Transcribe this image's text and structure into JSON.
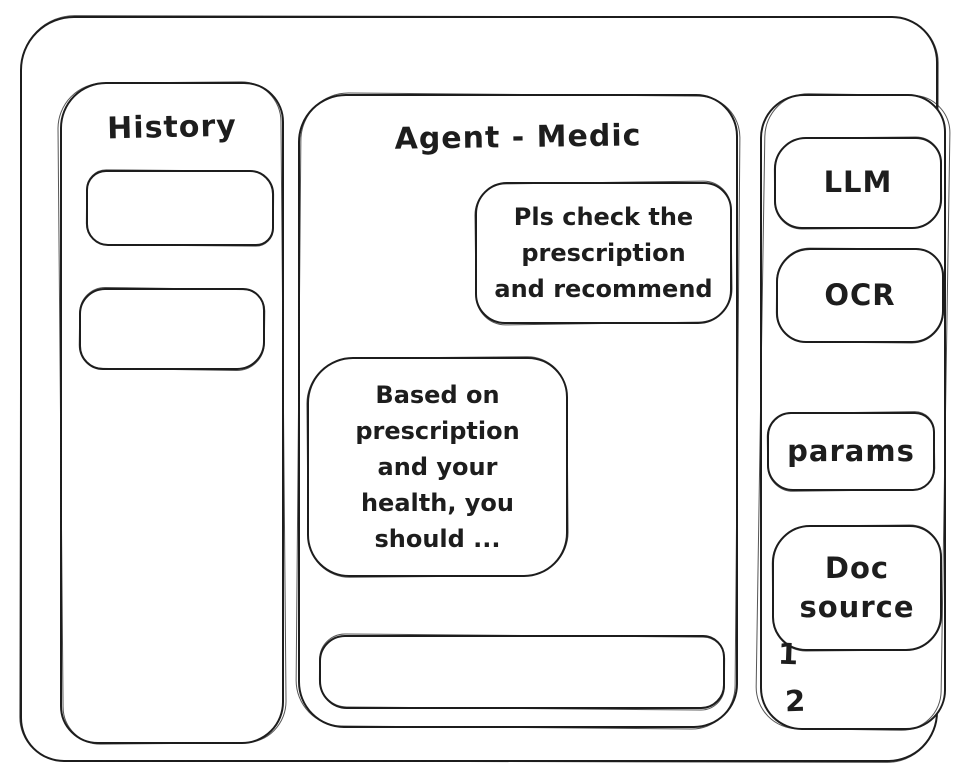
{
  "colors": {
    "stroke": "#1d1d1d",
    "background": "#ffffff"
  },
  "history_panel": {
    "title": "History",
    "items": [
      {
        "label": ""
      },
      {
        "label": ""
      }
    ]
  },
  "chat_panel": {
    "title": "Agent - Medic",
    "messages": [
      {
        "role": "user",
        "text": "Pls check the\nprescription\nand recommend"
      },
      {
        "role": "agent",
        "text": "Based on\nprescription\nand your\nhealth, you\nshould ..."
      }
    ],
    "input": {
      "value": "",
      "placeholder": ""
    }
  },
  "tools_panel": {
    "buttons": [
      {
        "label": "LLM"
      },
      {
        "label": "OCR"
      },
      {
        "label": "params"
      },
      {
        "label": "Doc\nsource"
      }
    ],
    "doc_source_items": [
      "1",
      "2"
    ]
  }
}
